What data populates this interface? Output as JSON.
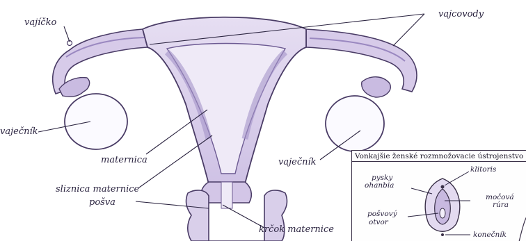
{
  "labels": {
    "vajicko": "vajíčko",
    "vajcovody": "vajcovody",
    "vajecnik_left": "vaječník",
    "vajecnik_right": "vaječník",
    "maternica": "maternica",
    "sliznica": "sliznica maternice",
    "posva": "pošva",
    "krcok": "krčok maternice"
  },
  "inset": {
    "title": "Vonkajšie ženské rozmnožovacie ústrojenstvo",
    "pysky_line1": "pysky",
    "pysky_line2": "ohanbia",
    "klitoris": "klitoris",
    "mocova_line1": "močová",
    "mocova_line2": "rúra",
    "posvovy_line1": "pošvový",
    "posvovy_line2": "otvor",
    "konecnik": "konečník"
  },
  "colors": {
    "tissue": "#d9cfea",
    "tissue_dark": "#b9a9d6",
    "tissue_light": "#ebe5f4",
    "outline": "#4a3c66",
    "ink": "#2b2440"
  }
}
